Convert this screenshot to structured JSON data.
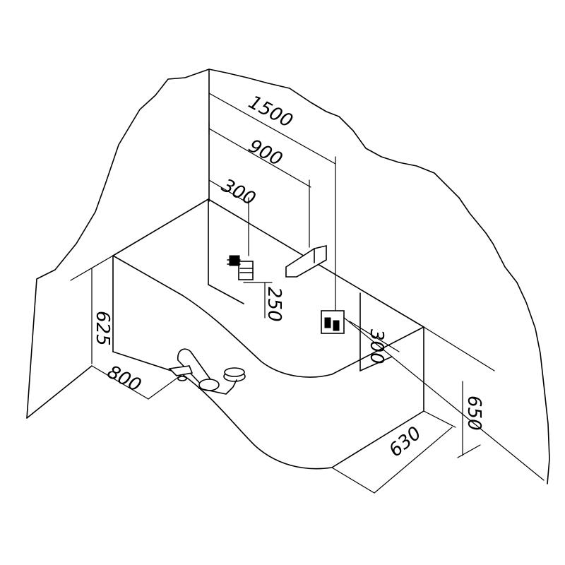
{
  "dimensions": {
    "total_length": "1500",
    "faucet_offset": "900",
    "control_offset": "300",
    "control_height": "250",
    "panel_offset": "300",
    "tub_height_back": "625",
    "end_width": "800",
    "curve_width": "630",
    "tub_height_front": "650"
  },
  "components": {
    "wall": "rough-stone-wall",
    "tub": "corner-bathtub-right-curved",
    "spout": "wall-spout",
    "control": "wall-mixer-control",
    "panel": "side-panel-control",
    "drain": "drain-overflow-assembly"
  }
}
